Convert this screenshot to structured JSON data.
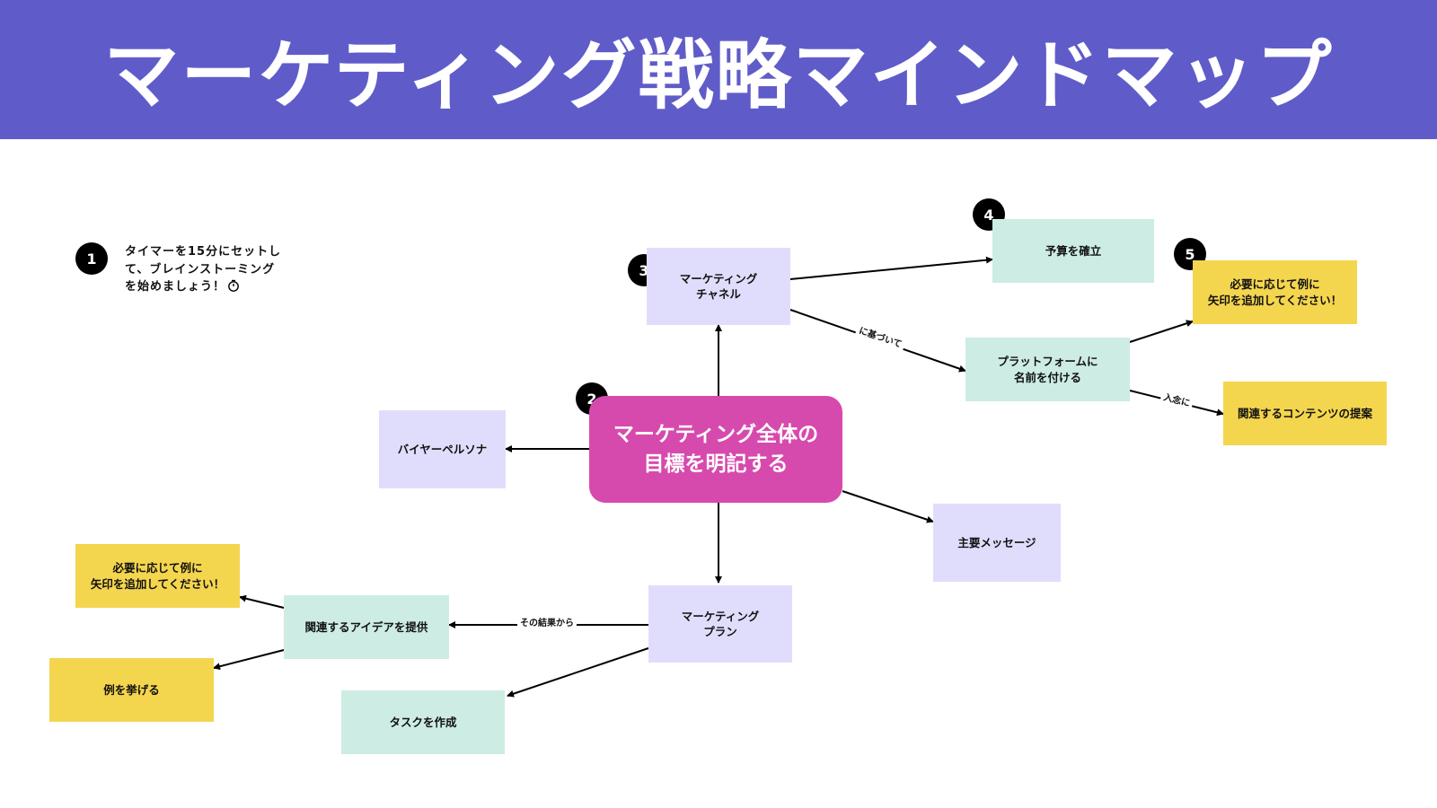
{
  "header": {
    "title": "マーケティング戦略マインドマップ",
    "background": "#5f5cc9"
  },
  "instruction": {
    "lines": [
      "タイマーを15分にセットし",
      "て、ブレインストーミング",
      "を始めましょう！"
    ],
    "icon": "timer-icon"
  },
  "badges": [
    "1",
    "2",
    "3",
    "4",
    "5"
  ],
  "nodes": {
    "central": "マーケティング全体の\n目標を明記する",
    "channel": "マーケティング\nチャネル",
    "budget": "予算を確立",
    "platform": "プラットフォームに\n名前を付ける",
    "example_top": "必要に応じて例に\n矢印を追加してください！",
    "related_content": "関連するコンテンツの提案",
    "persona": "バイヤーペルソナ",
    "key_message": "主要メッセージ",
    "plan": "マーケティング\nプラン",
    "related_ideas": "関連するアイデアを提供",
    "example_left": "必要に応じて例に\n矢印を追加してください！",
    "give_examples": "例を挙げる",
    "create_task": "タスクを作成"
  },
  "edge_labels": {
    "based_on": "に基づいて",
    "carefully": "入念に",
    "as_result": "その結果から"
  },
  "colors": {
    "lavender": "#e0ddfc",
    "mint": "#cdece4",
    "yellow": "#f4d54e",
    "central": "#d74aad",
    "badge": "#000000"
  }
}
